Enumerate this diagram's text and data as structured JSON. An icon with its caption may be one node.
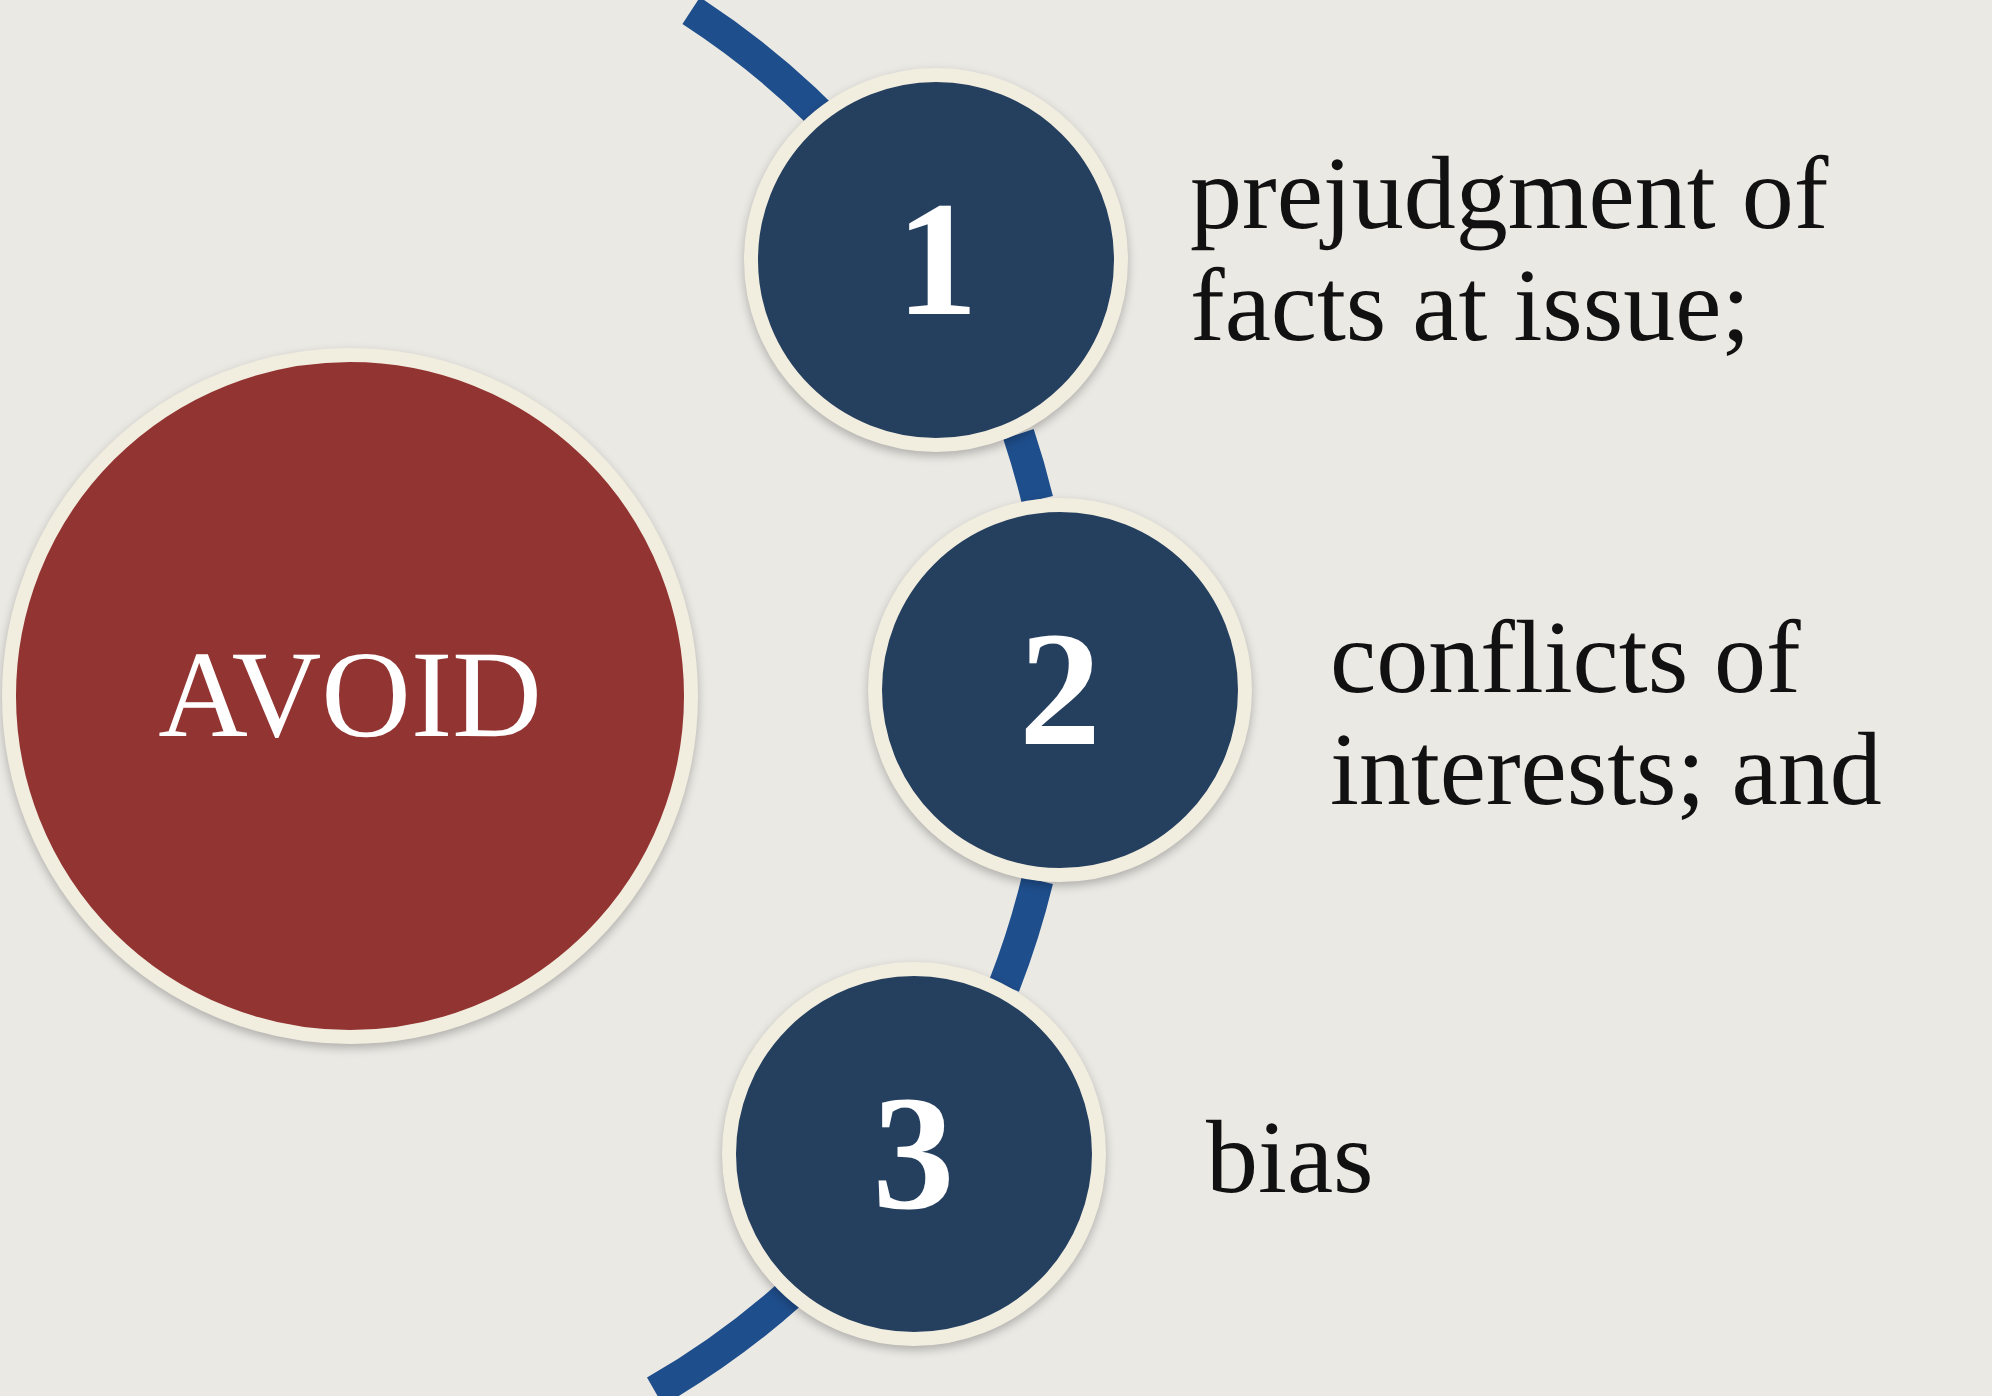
{
  "diagram": {
    "nodes": [
      {
        "text": [
          "AVOID"
        ]
      },
      {
        "text": [
          "1"
        ],
        "beside": [
          "prejudgment of facts at issue;"
        ]
      },
      {
        "text": [
          "2"
        ],
        "beside": [
          "conflicts of interests; and"
        ]
      },
      {
        "text": [
          "3"
        ],
        "beside": [
          "bias"
        ]
      }
    ],
    "edges": [
      {
        "from": 1,
        "to": 2,
        "arrow": "none"
      },
      {
        "from": 2,
        "to": 3,
        "arrow": "none"
      }
    ]
  }
}
